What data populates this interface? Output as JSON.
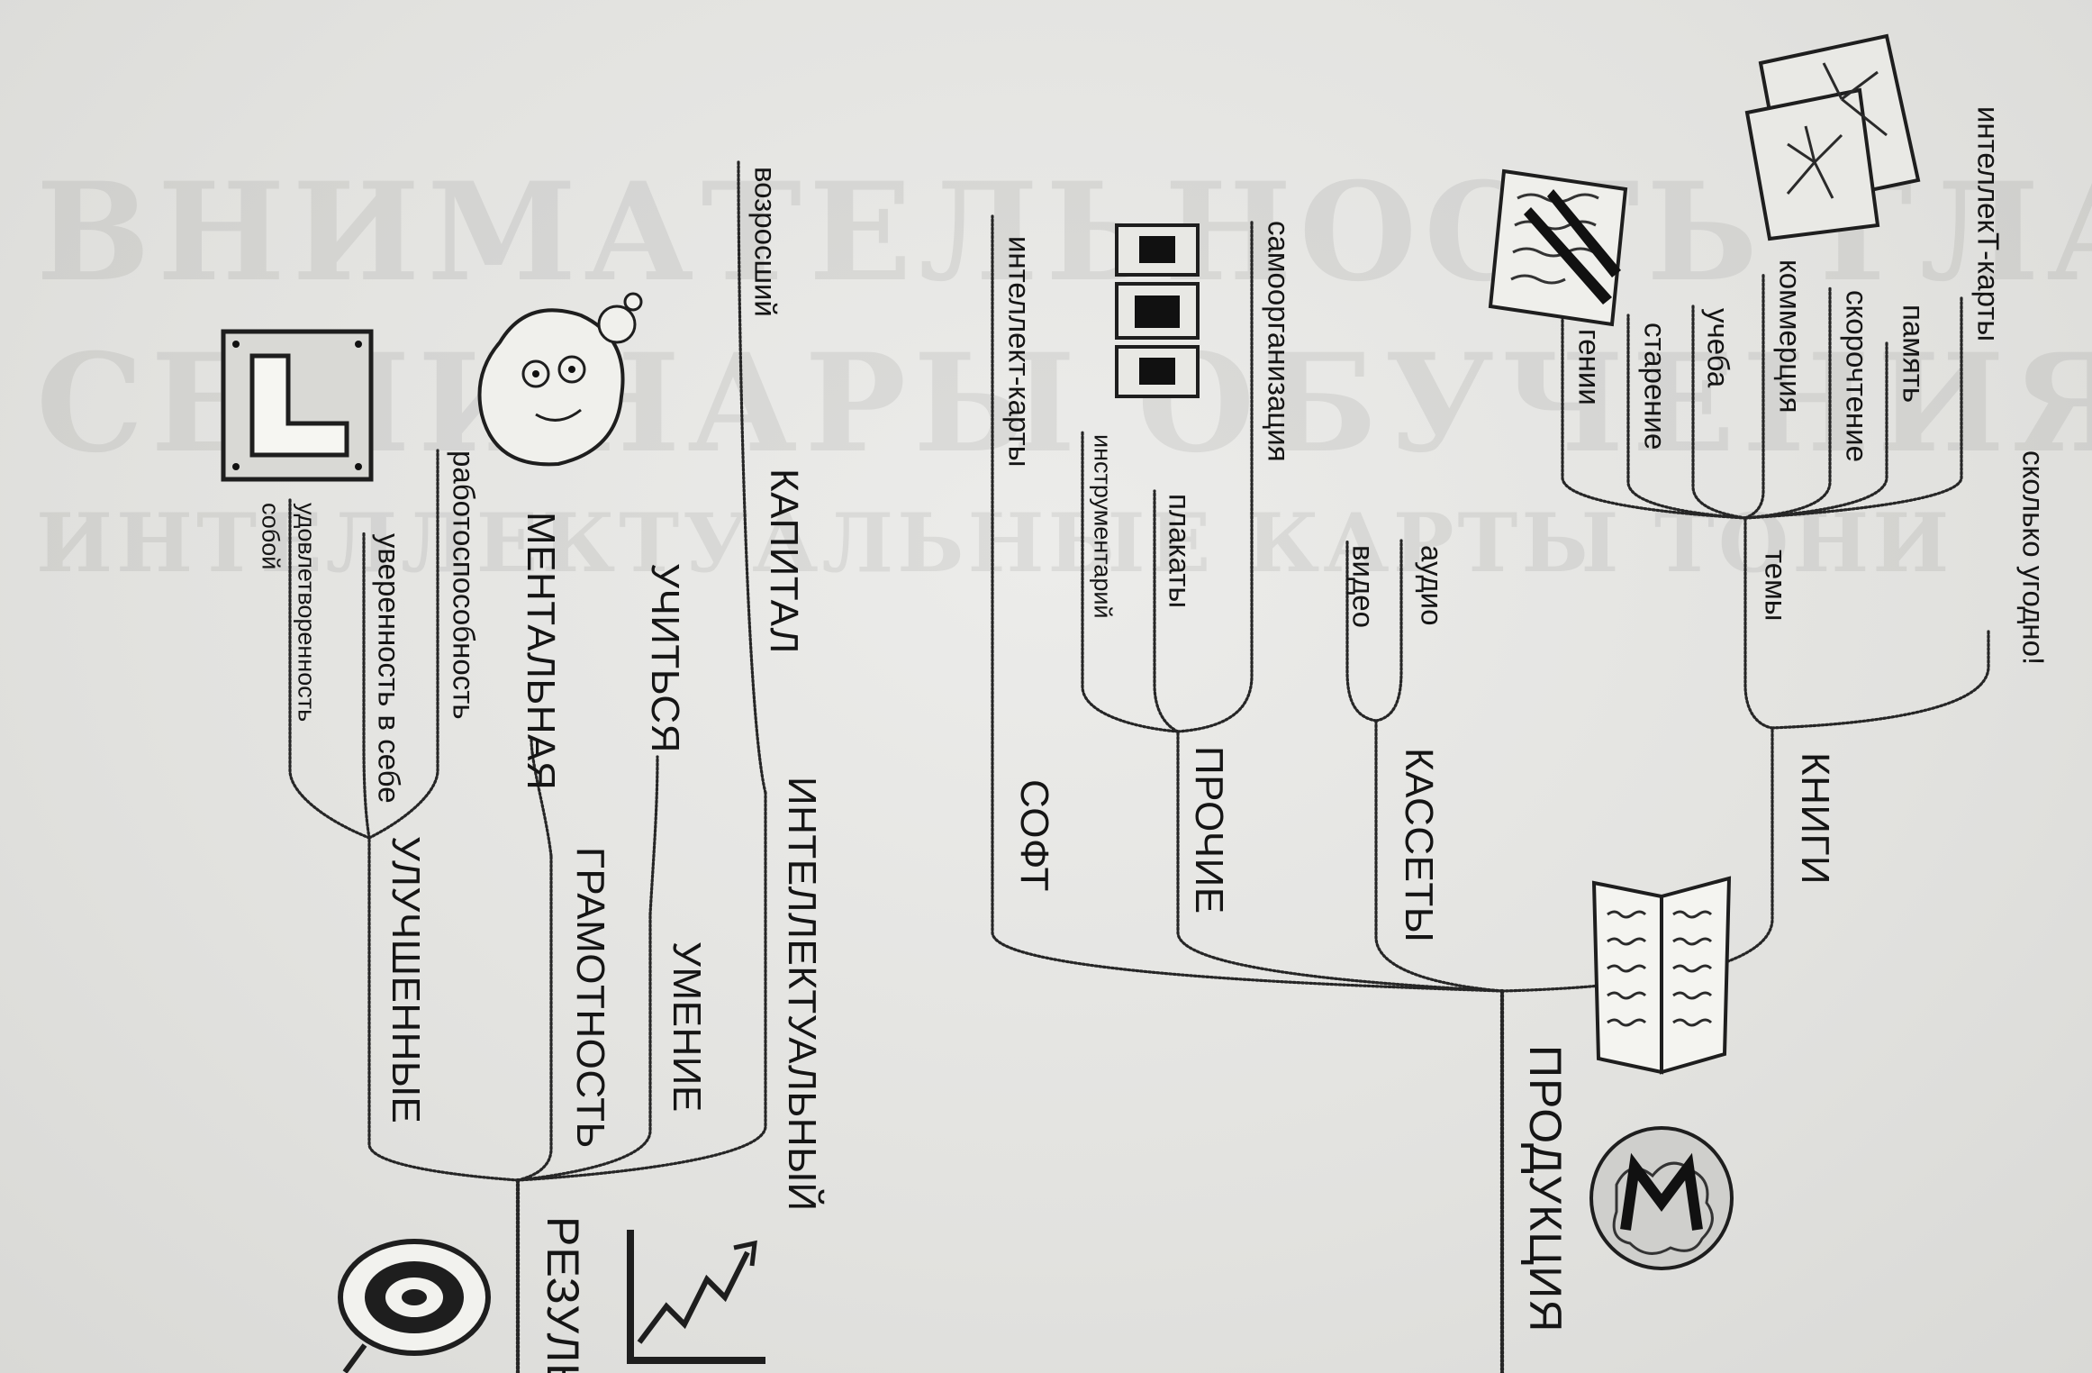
{
  "title": "",
  "topics": {
    "produktsiya": "ПРОДУКЦИЯ",
    "rezultat": "РЕЗУЛЬ",
    "knigi": "КНИГИ",
    "skolko": "сколько угодно!",
    "temy": "темы",
    "intellekt_karty_1": "интеллекТ-карты",
    "pamyat": "память",
    "skorochtenie": "скорочтение",
    "kommertsiya": "коммерция",
    "ucheba": "учеба",
    "starenie": "старение",
    "genii": "гении",
    "kassety": "КАССЕТЫ",
    "audio": "аудио",
    "video": "видео",
    "prochie": "ПРОЧИЕ",
    "samoorganizatsiya": "самоорганизация",
    "plakaty": "плакаты",
    "instrumentariy": "инструментарий",
    "soft": "СОФТ",
    "intellekt_karty_2": "интеллект-карты",
    "intellektualny": "ИНТЕЛЛЕКТУАЛЬНЫЙ",
    "kapital": "КАПИТАЛ",
    "vozrosshiy": "возросший",
    "umenie": "УМЕНИЕ",
    "uchitsya": "УЧИТЬСЯ",
    "gramotnost": "ГРАМОТНОСТЬ",
    "mentalnaya": "МЕНТАЛЬНАЯ",
    "uluchshennye": "УЛУЧШЕННЫЕ",
    "rabotosposobnost": "работоспособность",
    "uverennost": "уверенность в себе",
    "udovletvorennost": "удовлетворенность",
    "soboy": "собой"
  },
  "icons": [
    "open-book-icon",
    "brain-m-logo-icon",
    "papers-icon",
    "maps-icon",
    "cassette-tapes-icon",
    "thinking-character-icon",
    "l-frame-icon",
    "growth-chart-icon",
    "target-icon"
  ]
}
